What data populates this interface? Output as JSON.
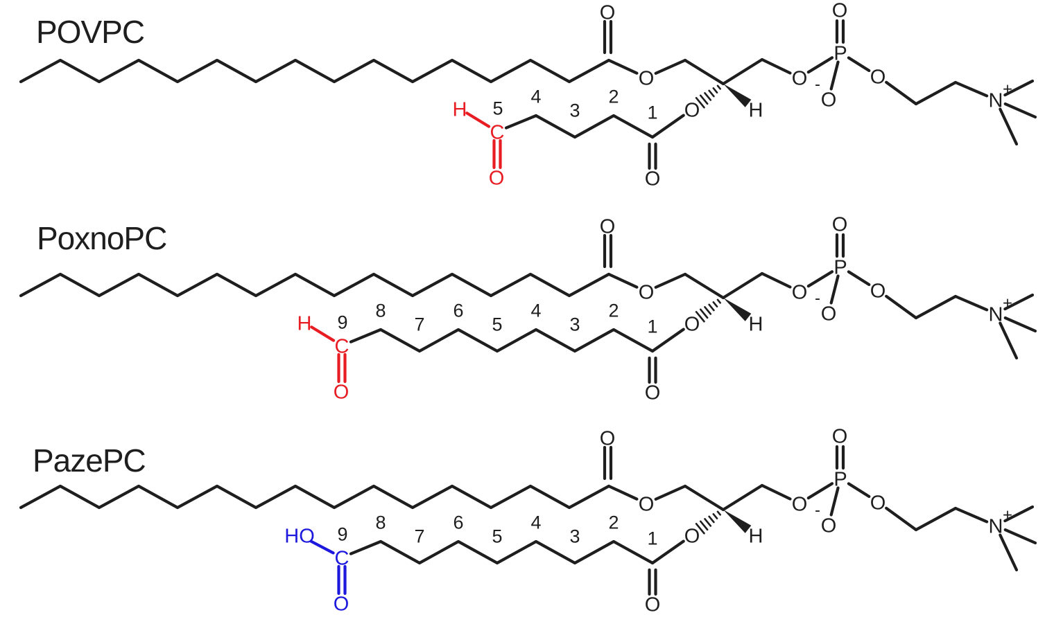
{
  "figure": {
    "type": "chemical-structure-diagram",
    "background": "#ffffff"
  },
  "colors": {
    "bond": "#1e1e1e",
    "text": "#1e1e1e",
    "aldehyde_red": "#e81c23",
    "carboxyl_blue": "#1d18dd"
  },
  "common_labels": {
    "oxygen": "O",
    "phosphorus": "P",
    "nitrogen": "N",
    "stereo_hydrogen": "H",
    "plus_charge": "+",
    "minus_charge": "-"
  },
  "molecules": [
    {
      "name": "POVPC",
      "sn2_carbon_count": 5,
      "carbon_numbers": [
        "1",
        "2",
        "3",
        "4",
        "5"
      ],
      "terminal_group": {
        "type": "aldehyde",
        "labels": {
          "h": "H",
          "c": "C",
          "o": "O"
        },
        "color": "#e81c23"
      }
    },
    {
      "name": "PoxnoPC",
      "sn2_carbon_count": 9,
      "carbon_numbers": [
        "1",
        "2",
        "3",
        "4",
        "5",
        "6",
        "7",
        "8",
        "9"
      ],
      "terminal_group": {
        "type": "aldehyde",
        "labels": {
          "h": "H",
          "c": "C",
          "o": "O"
        },
        "color": "#e81c23"
      }
    },
    {
      "name": "PazePC",
      "sn2_carbon_count": 9,
      "carbon_numbers": [
        "1",
        "2",
        "3",
        "4",
        "5",
        "6",
        "7",
        "8",
        "9"
      ],
      "terminal_group": {
        "type": "carboxylic-acid",
        "labels": {
          "ho": "HO",
          "c": "C",
          "o": "O"
        },
        "color": "#1d18dd"
      }
    }
  ]
}
